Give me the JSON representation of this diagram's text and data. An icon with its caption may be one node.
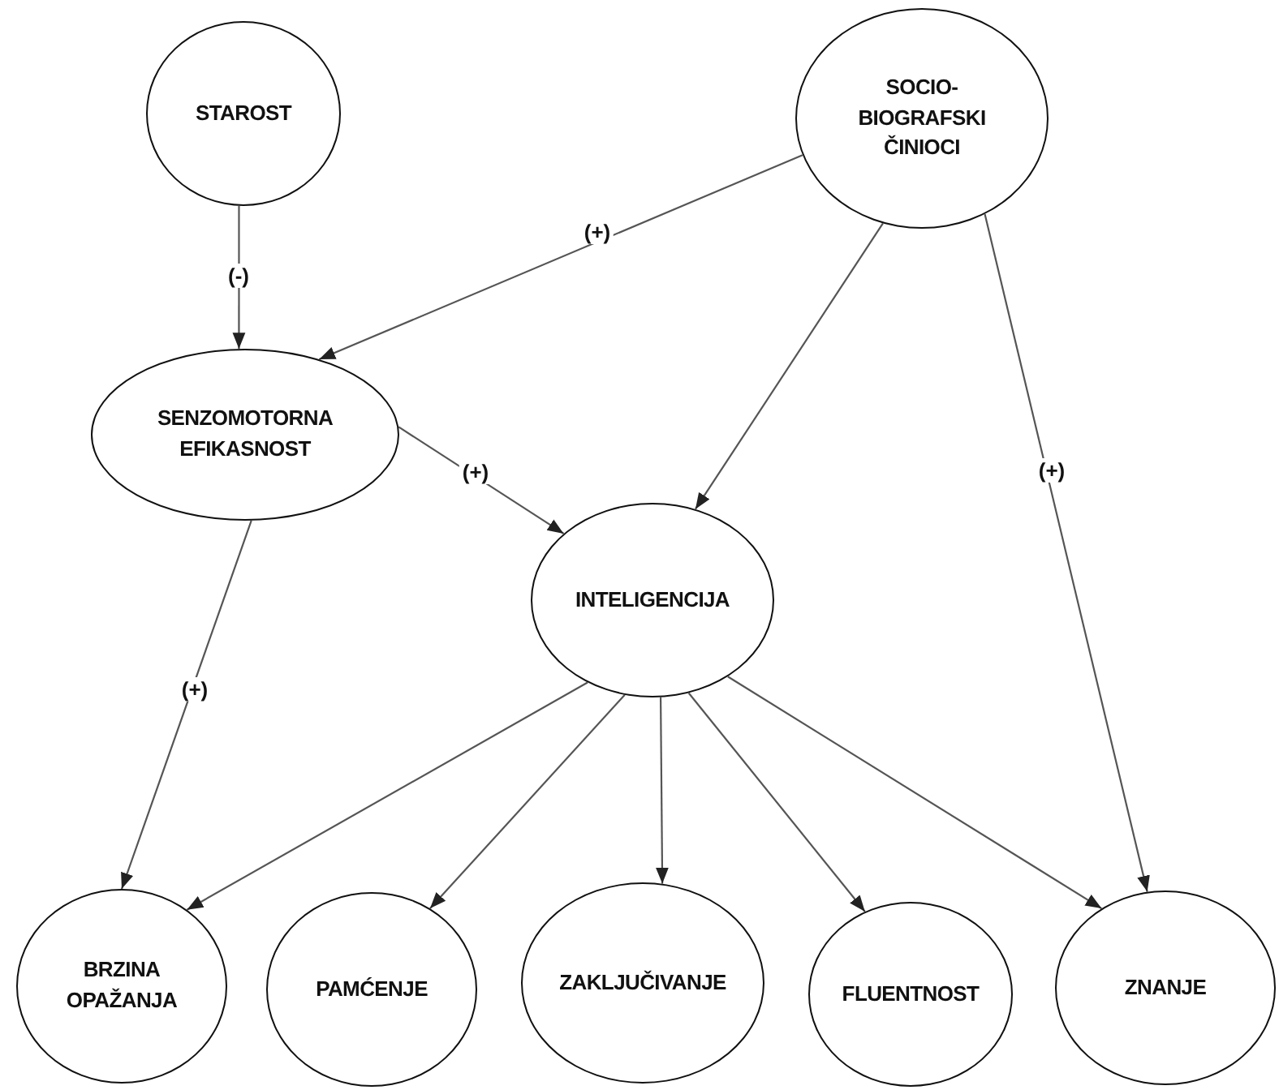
{
  "diagram": {
    "nodes": [
      {
        "text": [
          "STAROST"
        ]
      },
      {
        "text": [
          "SOCIO- BIOGRAFSKI ČINIOCI"
        ]
      },
      {
        "text": [
          "SENZOMOTORNA EFIKASNOST"
        ]
      },
      {
        "text": [
          "INTELIGENCIJA"
        ]
      },
      {
        "text": [
          "BRZINA OPAŽANJA"
        ]
      },
      {
        "text": [
          "PAMĆENJE"
        ]
      },
      {
        "text": [
          "ZAKLJUČIVANJE"
        ]
      },
      {
        "text": [
          "FLUENTNOST"
        ]
      },
      {
        "text": [
          "ZNANJE"
        ]
      }
    ],
    "edges": [
      {
        "from": 0,
        "to": 2,
        "arrow": "to",
        "label": "(-)"
      },
      {
        "from": 1,
        "to": 2,
        "arrow": "to",
        "label": "(+)"
      },
      {
        "from": 1,
        "to": 3,
        "arrow": "to"
      },
      {
        "from": 1,
        "to": 8,
        "arrow": "to",
        "label": "(+)"
      },
      {
        "from": 2,
        "to": 3,
        "arrow": "to",
        "label": "(+)"
      },
      {
        "from": 2,
        "to": 4,
        "arrow": "to",
        "label": "(+)"
      },
      {
        "from": 3,
        "to": 4,
        "arrow": "to"
      },
      {
        "from": 3,
        "to": 5,
        "arrow": "to"
      },
      {
        "from": 3,
        "to": 6,
        "arrow": "to"
      },
      {
        "from": 3,
        "to": 7,
        "arrow": "to"
      },
      {
        "from": 3,
        "to": 8,
        "arrow": "to"
      }
    ]
  }
}
